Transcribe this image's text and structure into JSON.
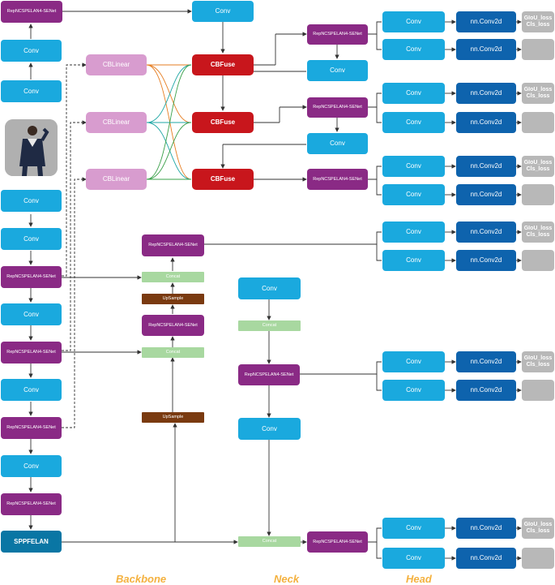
{
  "labels": {
    "conv": "Conv",
    "rep": "RepNCSPELAN4-SENet",
    "cblinear": "CBLinear",
    "cbfuse": "CBFuse",
    "concat": "Concat",
    "upsample": "UpSample",
    "sppfelan": "SPPFELAN",
    "nnconv": "nn.Conv2d",
    "loss_giou": "GIoU_loss",
    "loss_cls": "Cls_loss"
  },
  "sections": {
    "backbone": "Backbone",
    "neck": "Neck",
    "head": "Head"
  },
  "colors": {
    "conv": "#1aa9de",
    "rep": "#8a2a85",
    "cblinear": "#d89ccf",
    "cbfuse": "#c8161c",
    "concat": "#a8d8a0",
    "upsample": "#7a3a10",
    "sppfelan": "#0a76a4",
    "nnconv": "#0e63ad",
    "loss": "#b8b8b8"
  },
  "image": {
    "description_icon": "person-photo-icon"
  }
}
